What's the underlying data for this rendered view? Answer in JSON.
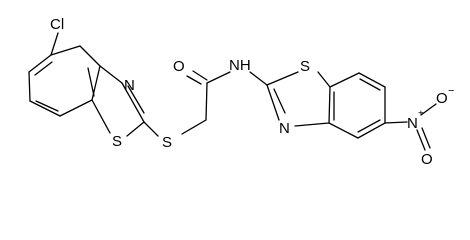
{
  "atoms": {
    "chloro": "Cl",
    "n_left": "N",
    "s_left_ring": "S",
    "s_thioether": "S",
    "oxygen": "O",
    "nh": "NH",
    "s_right_ring": "S",
    "n_right": "N",
    "n_nitro": "N",
    "n_nitro_charge": "+",
    "o_nitro_top": "O",
    "o_nitro_top_charge": "−",
    "o_nitro_bottom": "O"
  }
}
